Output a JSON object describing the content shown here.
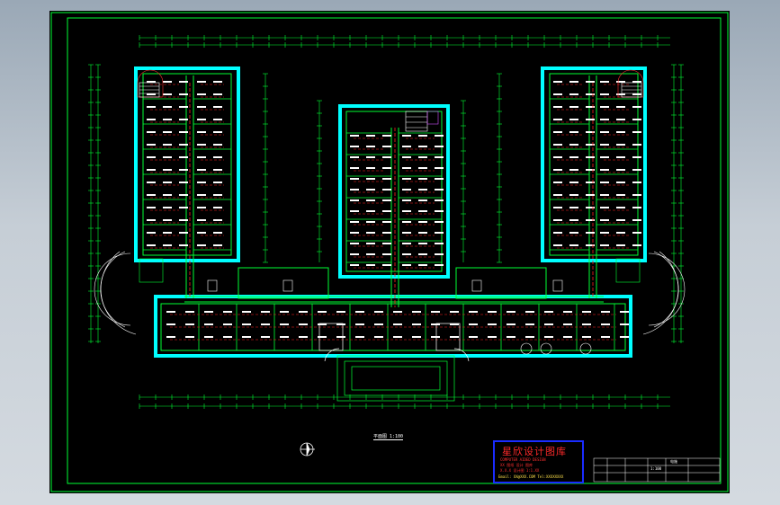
{
  "window": {
    "background_top": "#9aa8b6",
    "background_bottom": "#d4dae0",
    "canvas_color": "#000000"
  },
  "drawing": {
    "frame_color": "#00ff33",
    "wall_color": "#00ffff",
    "room_color": "#00ff33",
    "wiring_color": "#ff2020",
    "fixture_color": "#ffffff",
    "annotation_color": "#ffffff"
  },
  "plan_scale_label": "平面图 1:100",
  "stamp": {
    "title": "星欣设计图库",
    "line1": "COMPUTER AIDED DESIGN",
    "line2": "XX 图纸 设计 图库",
    "line3": "X.X.X  设计图  1:1.XX",
    "url": "Email:  XX@XXX.COM  Tel:XXXXXXXX",
    "border_color": "#1a2cff",
    "title_color": "#ff2a2a",
    "url_color": "#ffe24a"
  },
  "title_block": {
    "sheet_code": "1:100",
    "drawing_no": "电施"
  }
}
